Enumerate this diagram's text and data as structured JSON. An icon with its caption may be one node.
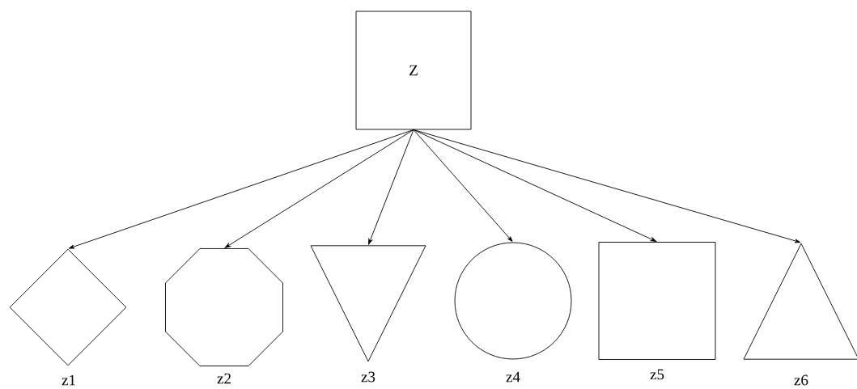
{
  "diagram": {
    "nodes": [
      {
        "text": [
          "Z"
        ]
      },
      {
        "text": [],
        "shape": "diamond",
        "beside": [
          "z1"
        ]
      },
      {
        "text": [],
        "shape": "octagon",
        "beside": [
          "z2"
        ]
      },
      {
        "text": [],
        "shape": "triangle",
        "beside": [
          "z3"
        ]
      },
      {
        "text": [],
        "shape": "circle",
        "beside": [
          "z4"
        ]
      },
      {
        "text": [],
        "shape": "box",
        "beside": [
          "z5"
        ]
      },
      {
        "text": [],
        "shape": "triangle",
        "beside": [
          "z6"
        ]
      }
    ],
    "edges": [
      {
        "from": 0,
        "to": 1,
        "arrow": "to"
      },
      {
        "from": 0,
        "to": 2,
        "arrow": "to"
      },
      {
        "from": 0,
        "to": 3,
        "arrow": "to"
      },
      {
        "from": 0,
        "to": 4,
        "arrow": "to"
      },
      {
        "from": 0,
        "to": 5,
        "arrow": "to"
      },
      {
        "from": 0,
        "to": 6,
        "arrow": "to"
      }
    ]
  }
}
